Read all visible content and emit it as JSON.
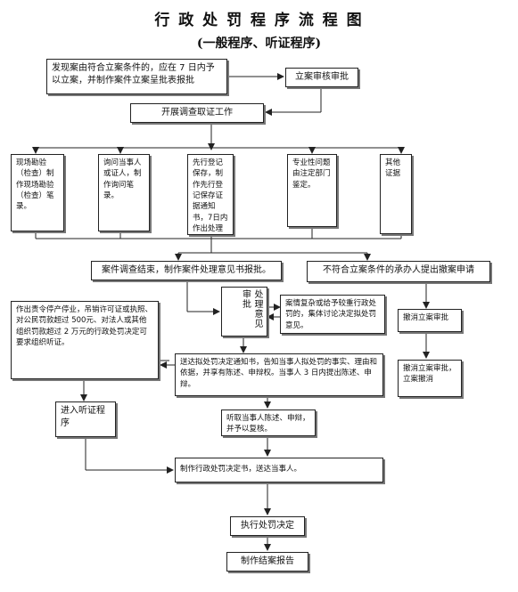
{
  "title": "行 政 处 罚 程 序 流 程 图",
  "subtitle": "(一般程序、听证程序)",
  "nodes": {
    "filing_condition": "发现案由符合立案条件的，应在 7 日内予以立案，并制作案件立案呈批表报批",
    "filing_approval": "立案审核审批",
    "investigation": "开展调查取证工作",
    "onsite_inspection": "现场勘验（检查）制作现场勘验（检查）笔录。",
    "inquiry": "询问当事人或证人，制作询问笔录。",
    "preservation": "先行登记保存，制作先行登记保存证据通知书，7日内作出处理",
    "expert_opinion": "专业性问题由注定部门鉴定。",
    "other_evidence": "其他证据",
    "case_end": "案件调查结束，制作案件处理意见书报批。",
    "withdraw_apply": "不符合立案条件的承办人提出撤案申请",
    "handling_opinion_v1": "处理意见审批",
    "collective_discussion": "案情复杂或给予较重行政处罚的，集体讨论决定拟处罚意见。",
    "withdraw_approval": "撤消立案审批",
    "withdraw_cancel": "撤消立案审批，立案撤消",
    "hearing_rights": "作出责令停产停业，吊销许可证或执照、对公民罚款超过 500元、对法人或其他组织罚款超过 2 万元的行政处罚决定可要求组织听证。",
    "pre_notice": "送达拟处罚决定通知书，告知当事人拟处罚的事实、理由和依据，并享有陈述、申辩权。当事人 3 日内提出陈述、申辩。",
    "hearing_process": "进入听证程序",
    "statement_review": "听取当事人陈述、申辩，并予以复核。",
    "decision": "制作行政处罚决定书，送达当事人。",
    "execution": "执行处罚决定",
    "closing_report": "制作结案报告"
  }
}
